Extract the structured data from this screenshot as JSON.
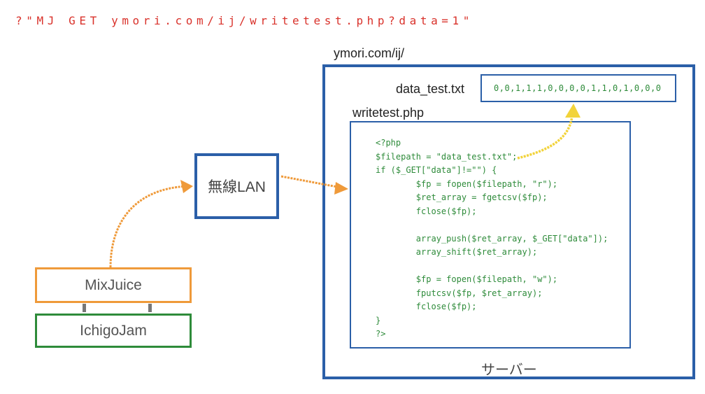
{
  "command": "?\"MJ GET ymori.com/ij/writetest.php?data=1\"",
  "server": {
    "title": "ymori.com/ij/",
    "label": "サーバー"
  },
  "data_file": {
    "name": "data_test.txt",
    "content": "0,0,1,1,1,0,0,0,0,1,1,0,1,0,0,0"
  },
  "php_file": {
    "name": "writetest.php",
    "code": "<?php\n$filepath = \"data_test.txt\";\nif ($_GET[\"data\"]!=\"\") {\n        $fp = fopen($filepath, \"r\");\n        $ret_array = fgetcsv($fp);\n        fclose($fp);\n\n        array_push($ret_array, $_GET[\"data\"]);\n        array_shift($ret_array);\n\n        $fp = fopen($filepath, \"w\");\n        fputcsv($fp, $ret_array);\n        fclose($fp);\n}\n?>"
  },
  "wlan": {
    "label": "無線LAN"
  },
  "mixjuice": {
    "label": "MixJuice"
  },
  "ichigojam": {
    "label": "IchigoJam"
  },
  "colors": {
    "command": "#d9322b",
    "box_blue": "#2b5fa8",
    "code_green": "#2e8b3a",
    "arrow_orange": "#ef9a3a",
    "arrow_yellow": "#f2d33a"
  }
}
